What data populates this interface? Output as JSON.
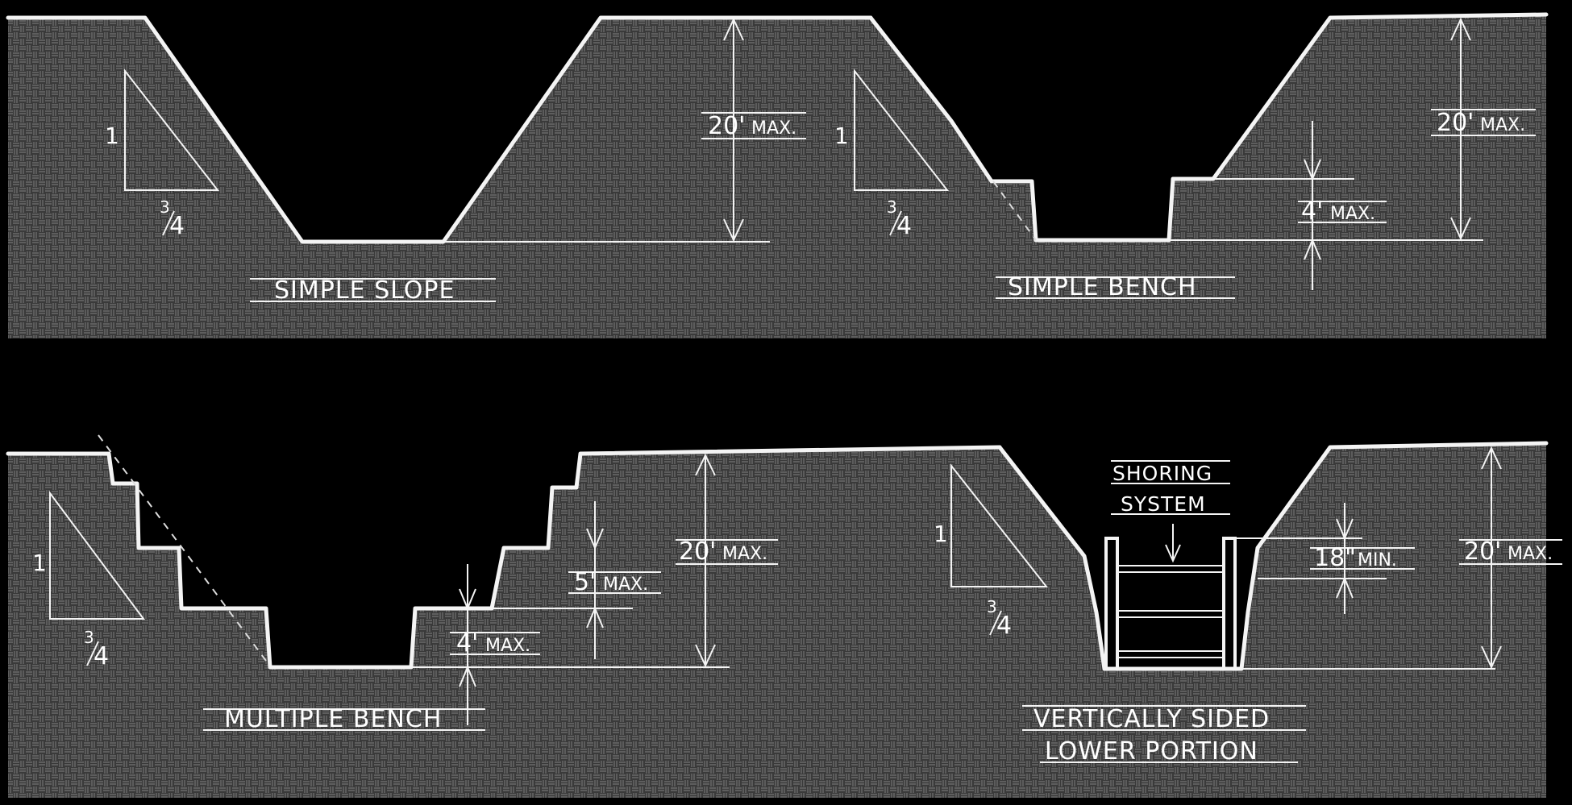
{
  "diagrams": {
    "simple_slope": {
      "title": "SIMPLE SLOPE",
      "ratio_rise": "1",
      "ratio_run_num": "3",
      "ratio_run_den": "4",
      "depth_value": "20'",
      "depth_unit": "MAX."
    },
    "simple_bench": {
      "title": "SIMPLE BENCH",
      "ratio_rise": "1",
      "ratio_run_num": "3",
      "ratio_run_den": "4",
      "depth_value": "20'",
      "depth_unit": "MAX.",
      "bench_value": "4'",
      "bench_unit": "MAX."
    },
    "multiple_bench": {
      "title": "MULTIPLE BENCH",
      "ratio_rise": "1",
      "ratio_run_num": "3",
      "ratio_run_den": "4",
      "depth_value": "20'",
      "depth_unit": "MAX.",
      "step_value": "5'",
      "step_unit": "MAX.",
      "bottom_value": "4'",
      "bottom_unit": "MAX."
    },
    "vertically_sided": {
      "title_line1": "VERTICALLY SIDED",
      "title_line2": "LOWER PORTION",
      "ratio_rise": "1",
      "ratio_run_num": "3",
      "ratio_run_den": "4",
      "depth_value": "20'",
      "depth_unit": "MAX.",
      "shoring_line1": "SHORING",
      "shoring_line2": "SYSTEM",
      "min_value": "18\"",
      "min_unit": "MIN."
    }
  },
  "colors": {
    "background": "#000000",
    "line": "#f4f4f4",
    "soil": "#505050"
  }
}
